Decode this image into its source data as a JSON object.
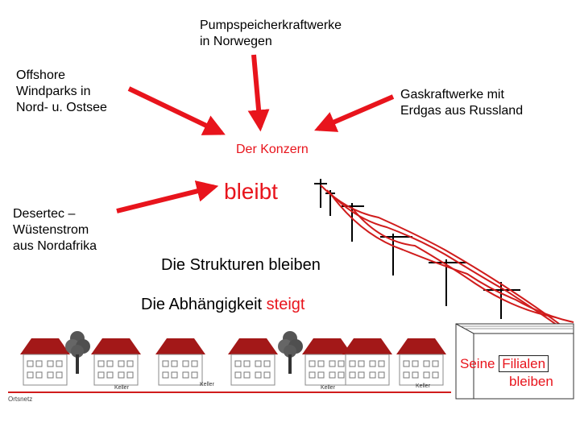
{
  "sources": {
    "pump_storage": {
      "line1": "Pumpspeicherkraftwerke",
      "line2": "in Norwegen"
    },
    "offshore": {
      "line1": "Offshore",
      "line2": "Windparks in",
      "line3": "Nord- u. Ostsee"
    },
    "gas": {
      "line1": "Gaskraftwerke mit",
      "line2": "Erdgas aus Russland"
    },
    "desertec": {
      "line1": "Desertec –",
      "line2": "Wüstenstrom",
      "line3": "aus Nordafrika"
    }
  },
  "center": {
    "corporation": "Der Konzern",
    "remains": "bleibt",
    "structures": "Die Strukturen bleiben",
    "dependency_prefix": "Die Abhängigkeit",
    "dependency_highlight": "steigt"
  },
  "village": {
    "cellar_labels": [
      "Keller",
      "Keller",
      "Keller",
      "Keller"
    ],
    "network_label": "Ortsnetz"
  },
  "store": {
    "word1": "Seine",
    "word2": "Filialen",
    "word3": "bleiben"
  },
  "colors": {
    "arrow": "#e8141c",
    "highlight": "#e8141c",
    "power_line": "#d01c1c",
    "roof": "#a31818"
  },
  "icons": [
    "arrow-icon",
    "power-pole-icon",
    "house-icon",
    "tree-icon",
    "box-icon"
  ]
}
